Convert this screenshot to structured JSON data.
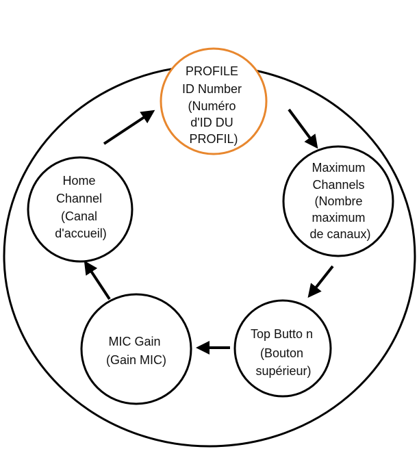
{
  "colors": {
    "outline": "#000000",
    "highlight": "#E8872E",
    "text": "#111111",
    "background": "#ffffff"
  },
  "nodes": [
    {
      "id": "profile-id-number",
      "lines": [
        "PROFILE",
        "ID Number",
        "(Numéro",
        "d'ID DU",
        "PROFIL)"
      ],
      "highlighted": true
    },
    {
      "id": "maximum-channels",
      "lines": [
        "Maximum",
        "Channels",
        "(Nombre",
        "maximum",
        "de canaux)"
      ],
      "highlighted": false
    },
    {
      "id": "top-button",
      "lines": [
        "Top Butto n",
        "(Bouton",
        "supérieur)"
      ],
      "highlighted": false
    },
    {
      "id": "mic-gain",
      "lines": [
        "MIC Gain",
        "(Gain MIC)"
      ],
      "highlighted": false
    },
    {
      "id": "home-channel",
      "lines": [
        "Home",
        "Channel",
        "(Canal",
        "d'accueil)"
      ],
      "highlighted": false
    }
  ],
  "flow": [
    {
      "from": "home-channel",
      "to": "profile-id-number"
    },
    {
      "from": "profile-id-number",
      "to": "maximum-channels"
    },
    {
      "from": "maximum-channels",
      "to": "top-button"
    },
    {
      "from": "top-button",
      "to": "mic-gain"
    },
    {
      "from": "mic-gain",
      "to": "home-channel"
    }
  ]
}
